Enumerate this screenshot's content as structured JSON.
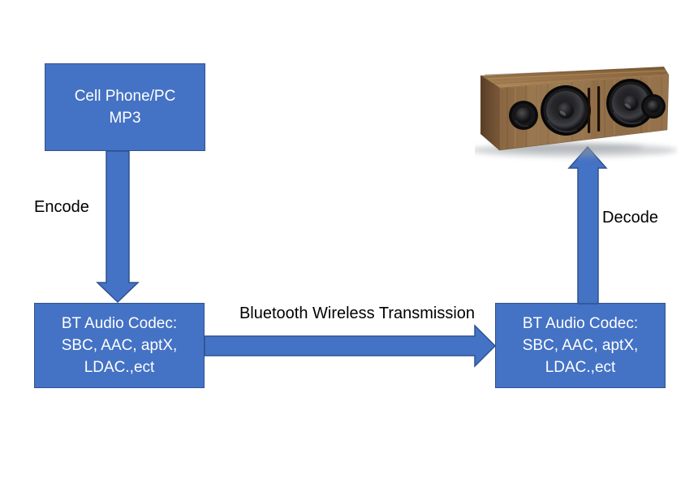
{
  "diagram": {
    "type": "flow-diagram",
    "topic": "Bluetooth audio codec transmission chain",
    "nodes": {
      "source": {
        "lines": [
          "Cell Phone/PC",
          "MP3"
        ]
      },
      "sender_codec": {
        "lines": [
          "BT Audio Codec:",
          "SBC, AAC, aptX,",
          "LDAC.,ect"
        ]
      },
      "receiver_codec": {
        "lines": [
          "BT Audio Codec:",
          "SBC, AAC, aptX,",
          "LDAC.,ect"
        ]
      }
    },
    "labels": {
      "encode": "Encode",
      "transmission": "Bluetooth Wireless Transmission",
      "decode": "Decode"
    },
    "icons": {
      "speaker": "wooden-bluetooth-speaker-photo"
    },
    "colors": {
      "shape_fill": "#4472C4",
      "shape_border": "#2F528F",
      "shape_text": "#FFFFFF",
      "label_text": "#000000",
      "background": "#FFFFFF",
      "wood_front": "#94714C",
      "wood_top": "#A8845A",
      "wood_side": "#64462B"
    }
  }
}
